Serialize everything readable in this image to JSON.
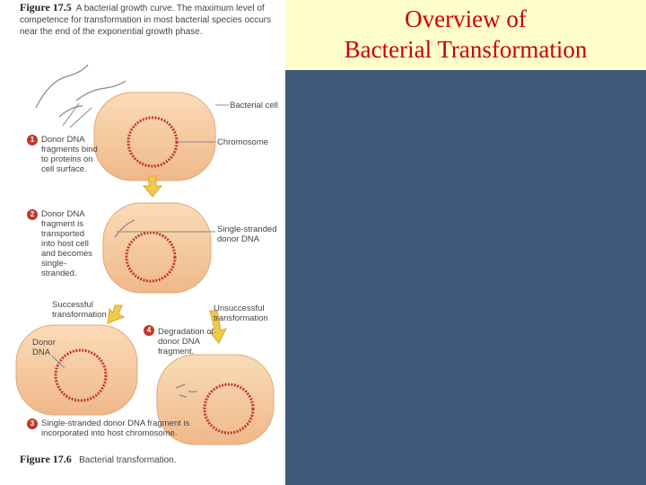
{
  "slide": {
    "title_line1": "Overview of",
    "title_line2": "Bacterial Transformation"
  },
  "figure_17_5": {
    "label": "Figure 17.5",
    "caption": "A bacterial growth curve. The maximum level of competence for transformation in most bacterial species occurs near the end of the exponential growth phase."
  },
  "figure_17_6": {
    "label": "Figure 17.6",
    "caption": "Bacterial transformation."
  },
  "labels": {
    "bacterial_cell": "Bacterial cell",
    "chromosome": "Chromosome",
    "single_stranded_donor": "Single-stranded donor DNA",
    "successful": "Successful transformation",
    "unsuccessful": "Unsuccessful transformation",
    "donor_dna": "Donor DNA"
  },
  "steps": [
    {
      "num": "1",
      "text": "Donor DNA fragments bind to proteins on cell surface."
    },
    {
      "num": "2",
      "text": "Donor DNA fragment is transported into host cell and becomes single-stranded."
    },
    {
      "num": "3",
      "text": "Single-stranded donor DNA fragment is incorporated into host chromosome."
    },
    {
      "num": "4",
      "text": "Degradation of donor DNA fragment."
    }
  ],
  "colors": {
    "title_bg": "#ffffcc",
    "title_text": "#cc0000",
    "panel_bg": "#3d5a7a",
    "cell_fill": "#f8cfa6",
    "chromosome": "#c0392b",
    "arrow": "#f2c94c"
  }
}
